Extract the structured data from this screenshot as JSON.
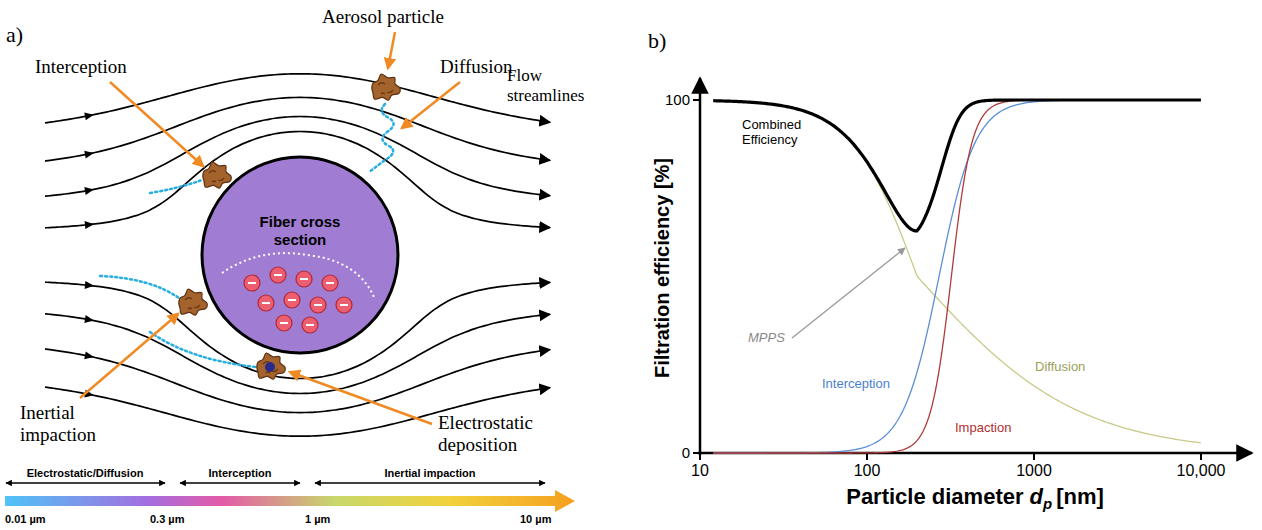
{
  "diagram": {
    "nodes": [
      {
        "text": [
          "Fiber cross section"
        ]
      }
    ],
    "labels": [
      "a)",
      "Aerosol particle",
      "Interception",
      "Diffusion",
      "Flow streamlines",
      "Inertial impaction",
      "Electrostatic deposition",
      "Electrostatic/Diffusion",
      "Interception",
      "Inertial impaction",
      "0.01 µm",
      "0.3 µm",
      "1 µm",
      "10 µm",
      "b)",
      "Filtration efficiency [%]",
      "100",
      "0",
      "Combined Efficiency",
      "MPPS",
      "Interception",
      "Impaction",
      "Diffusion",
      "10",
      "100",
      "1000",
      "10,000",
      "Particle diameter",
      "d",
      "p",
      "[nm]"
    ]
  }
}
